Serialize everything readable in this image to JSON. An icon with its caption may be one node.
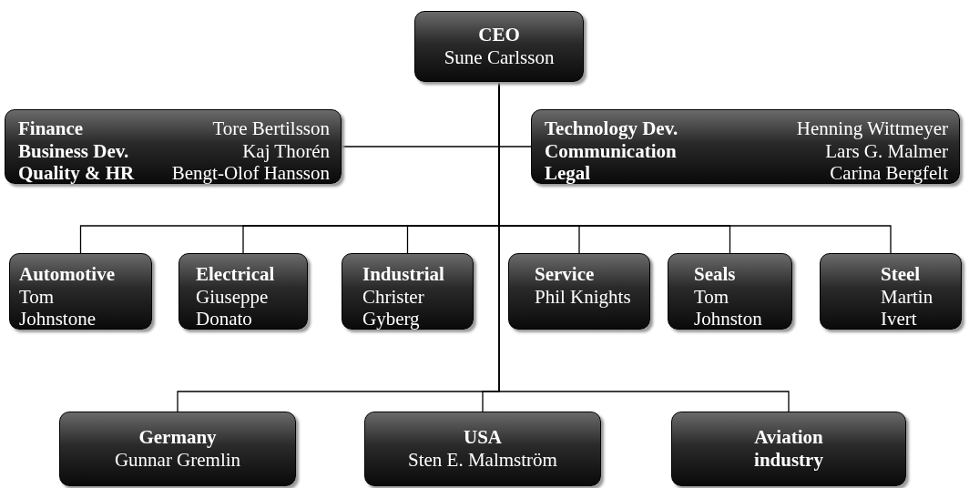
{
  "diagram": {
    "nodes": [
      {
        "text": [
          "CEO",
          "Sune Carlsson"
        ]
      },
      {
        "text": [
          "Finance",
          "Tore Bertilsson",
          "Business Dev.",
          "Kaj Thorén",
          "Quality & HR",
          "Bengt-Olof Hansson"
        ]
      },
      {
        "text": [
          "Technology Dev.",
          "Henning Wittmeyer",
          "Communication",
          "Lars G. Malmer",
          "Legal",
          "Carina Bergfelt"
        ]
      },
      {
        "text": [
          "Automotive",
          "Tom Johnstone"
        ]
      },
      {
        "text": [
          "Electrical",
          "Giuseppe Donato"
        ]
      },
      {
        "text": [
          "Industrial",
          "Christer Gyberg"
        ]
      },
      {
        "text": [
          "Service",
          "Phil Knights"
        ]
      },
      {
        "text": [
          "Seals",
          "Tom Johnston"
        ]
      },
      {
        "text": [
          "Steel",
          "Martin Ivert"
        ]
      },
      {
        "text": [
          "Germany",
          "Gunnar Gremlin"
        ]
      },
      {
        "text": [
          "USA",
          "Sten E. Malmström"
        ]
      },
      {
        "text": [
          "Aviation industry"
        ]
      }
    ],
    "edges": [
      {
        "from": 0,
        "to": 1,
        "arrow": "none"
      },
      {
        "from": 0,
        "to": 2,
        "arrow": "none"
      },
      {
        "from": 0,
        "to": 3,
        "arrow": "none"
      },
      {
        "from": 0,
        "to": 4,
        "arrow": "none"
      },
      {
        "from": 0,
        "to": 5,
        "arrow": "none"
      },
      {
        "from": 0,
        "to": 6,
        "arrow": "none"
      },
      {
        "from": 0,
        "to": 7,
        "arrow": "none"
      },
      {
        "from": 0,
        "to": 8,
        "arrow": "none"
      },
      {
        "from": 0,
        "to": 9,
        "arrow": "none"
      },
      {
        "from": 0,
        "to": 10,
        "arrow": "none"
      },
      {
        "from": 0,
        "to": 11,
        "arrow": "none"
      }
    ]
  }
}
